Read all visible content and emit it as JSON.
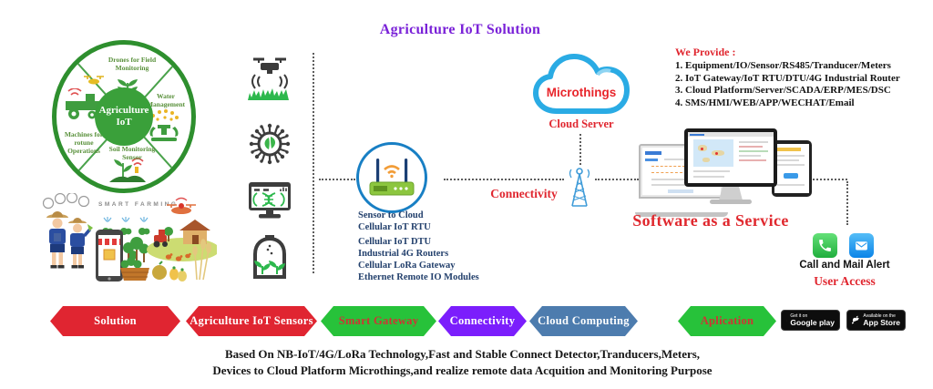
{
  "title": "Agriculture IoT Solution",
  "wheel": {
    "center": "Agriculture IoT",
    "segments": [
      {
        "label": "Drones for Field Monitoring"
      },
      {
        "label": "Water Management"
      },
      {
        "label": "Soil Monitoring Sensor"
      },
      {
        "label": "Machines for rotune Operations"
      }
    ]
  },
  "farm": {
    "caption": "SMART FARMING"
  },
  "gateway": {
    "items": [
      "Sensor to Cloud",
      "Cellular IoT RTU",
      "Cellular IoT DTU",
      "Industrial 4G Routers",
      "Cellular LoRa Gateway",
      "Ethernet Remote IO Modules"
    ]
  },
  "connectivity": {
    "label": "Connectivity"
  },
  "cloud": {
    "name": "Microthings",
    "caption": "Cloud Server"
  },
  "we_provide": {
    "heading": "We Provide :",
    "items": [
      "1. Equipment/IO/Sensor/RS485/Tranducer/Meters",
      "2. IoT Gateway/IoT RTU/DTU/4G Industrial Router",
      "3. Cloud Platform/Server/SCADA/ERP/MES/DSC",
      "4. SMS/HMI/WEB/APP/WECHAT/Email"
    ]
  },
  "saas": {
    "label": "Software as a  Service"
  },
  "alerts": {
    "call_mail": "Call and Mail Alert",
    "user_access": "User Access"
  },
  "banners": [
    {
      "label": "Solution",
      "bg": "#e02531",
      "fg": "#ffffff"
    },
    {
      "label": "Agriculture IoT Sensors",
      "bg": "#e02531",
      "fg": "#ffffff"
    },
    {
      "label": "Smart Gateway",
      "bg": "#27c23a",
      "fg": "#cf3434"
    },
    {
      "label": "Connectivity",
      "bg": "#7b1efc",
      "fg": "#ffffff"
    },
    {
      "label": "Cloud Computing",
      "bg": "#4d7cae",
      "fg": "#ffffff"
    },
    {
      "label": "Aplication",
      "bg": "#27c23a",
      "fg": "#cf3434"
    }
  ],
  "store_badges": [
    {
      "top": "Get it on",
      "bottom": "Google play"
    },
    {
      "top": "Available on the",
      "bottom": "App Store"
    }
  ],
  "footer": {
    "line1": "Based On NB-IoT/4G/LoRa Technology,Fast and Stable Connect Detector,Tranducers,Meters,",
    "line2": "Devices to Cloud Platform Microthings,and realize remote data Acquition and Monitoring Purpose"
  },
  "colors": {
    "title_purple": "#7a22d8",
    "accent_red": "#e0262f",
    "navy_text": "#24416d",
    "wheel_green": "#2e8f2e"
  }
}
